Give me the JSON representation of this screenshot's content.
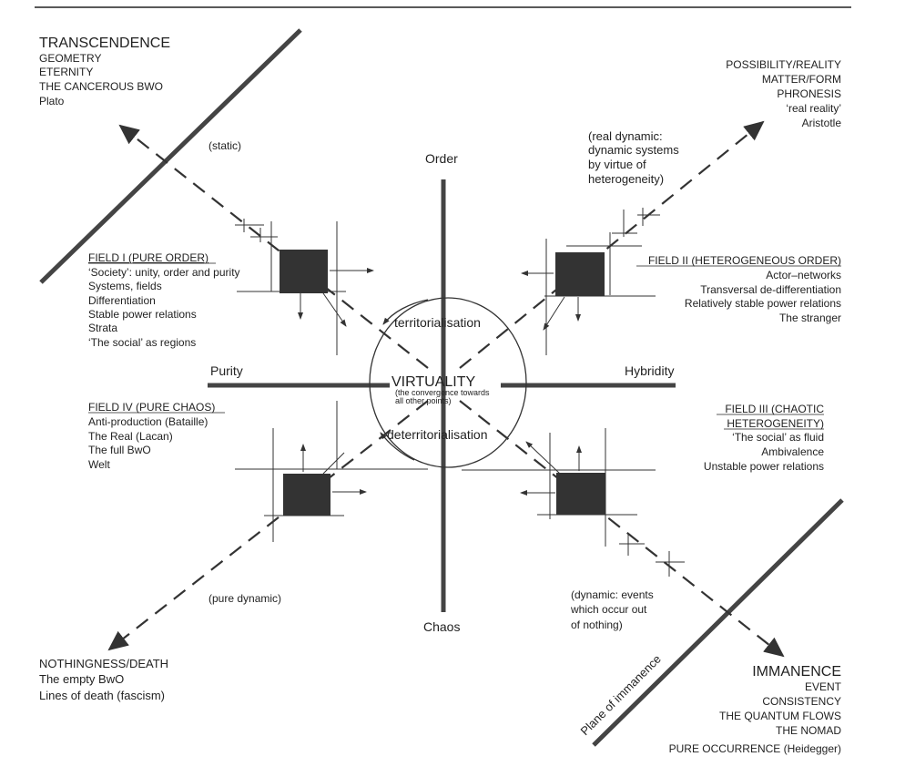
{
  "axes": {
    "top": "Order",
    "bottom": "Chaos",
    "left": "Purity",
    "right": "Hybridity"
  },
  "center": {
    "title": "VIRTUALITY",
    "subtitle_line1": "(the convergence towards",
    "subtitle_line2": "all other points)",
    "upper_arc": "territorialisation",
    "lower_arc": "deterritorialisation"
  },
  "diagonal_notes": {
    "upper_left": "(static)",
    "upper_right": [
      "(real dynamic:",
      "dynamic systems",
      "by virtue of",
      "heterogeneity)"
    ],
    "lower_left": "(pure dynamic)",
    "lower_right": [
      "(dynamic: events",
      "which occur out",
      "of nothing)"
    ]
  },
  "corners": {
    "top_left": {
      "title": "TRANSCENDENCE",
      "lines": [
        "GEOMETRY",
        "ETERNITY",
        "THE CANCEROUS  BWO",
        "Plato"
      ]
    },
    "top_right": {
      "lines": [
        "POSSIBILITY/REALITY",
        "MATTER/FORM",
        "PHRONESIS",
        "‘real reality’",
        "Aristotle"
      ]
    },
    "bottom_left": {
      "title": "NOTHINGNESS/DEATH",
      "lines": [
        "The empty BwO",
        "Lines of death (fascism)"
      ]
    },
    "bottom_right": {
      "title": "IMMANENCE",
      "lines": [
        "EVENT",
        "CONSISTENCY",
        "THE QUANTUM FLOWS",
        "THE NOMAD",
        "PURE OCCURRENCE (Heidegger)"
      ]
    }
  },
  "fields": {
    "field1": {
      "heading": "FIELD I (PURE ORDER)",
      "items": [
        "‘Society’: unity, order and purity",
        "Systems, fields",
        "Differentiation",
        "Stable power relations",
        "Strata",
        "‘The social’ as regions"
      ]
    },
    "field2": {
      "heading": "FIELD II (HETEROGENEOUS  ORDER)",
      "items": [
        "Actor–networks",
        "Transversal de-differentiation",
        "Relatively stable power relations",
        "The stranger"
      ]
    },
    "field3": {
      "heading_line1": "FIELD III (CHAOTIC",
      "heading_line2": "HETEROGENEITY)",
      "items": [
        "‘The social’ as fluid",
        "Ambivalence",
        "Unstable power relations"
      ]
    },
    "field4": {
      "heading": "FIELD IV (PURE CHAOS)",
      "items": [
        "Anti-production (Bataille)",
        "The Real (Lacan)",
        "The full BwO",
        "Welt"
      ]
    }
  },
  "plane_label": "Plane of immanence"
}
